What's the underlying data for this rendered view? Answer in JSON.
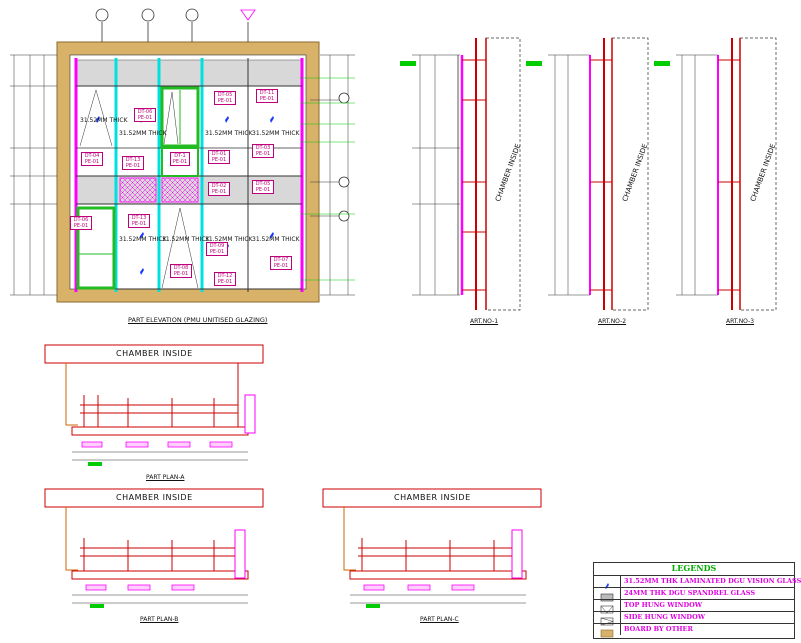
{
  "elevation": {
    "caption": "PART ELEVATION (PMU UNITISED GLAZING)",
    "glass_labels": [
      "31.52MM THICK",
      "31.52MM THICK",
      "31.52MM THICK",
      "31.52MM THICK",
      "31.52MM THICK",
      "31.52MM THICK",
      "31.52MM THICK",
      "31.52MM THICK"
    ],
    "tags": [
      [
        "DT-06",
        "PE-01"
      ],
      [
        "DT-05",
        "PE-01"
      ],
      [
        "DT-11",
        "PE-01"
      ],
      [
        "DT-04",
        "PE-01"
      ],
      [
        "DT-13",
        "PE-01"
      ],
      [
        "DT-1",
        "PE-01"
      ],
      [
        "DT-01",
        "PE-01"
      ],
      [
        "DT-03",
        "PE-01"
      ],
      [
        "DT-02",
        "PE-01"
      ],
      [
        "DT-05",
        "PE-01"
      ],
      [
        "DT-06",
        "PE-01"
      ],
      [
        "DT-13",
        "PE-01"
      ],
      [
        "DT-09",
        "PE-01"
      ],
      [
        "DT-08",
        "PE-01"
      ],
      [
        "DT-07",
        "PE-01"
      ],
      [
        "DT-12",
        "PE-01"
      ]
    ]
  },
  "sections": [
    {
      "caption": "ART.NO-1",
      "chamber": "CHAMBER INSIDE"
    },
    {
      "caption": "ART.NO-2",
      "chamber": "CHAMBER INSIDE"
    },
    {
      "caption": "ART.NO-3",
      "chamber": "CHAMBER INSIDE"
    }
  ],
  "plans": [
    {
      "caption": "PART PLAN-A",
      "chamber": "CHAMBER INSIDE"
    },
    {
      "caption": "PART PLAN-B",
      "chamber": "CHAMBER INSIDE"
    },
    {
      "caption": "PART PLAN-C",
      "chamber": "CHAMBER INSIDE"
    }
  ],
  "legend": {
    "title": "LEGENDS",
    "items": [
      "31.52MM THK LAMINATED DGU VISION GLASS",
      "24MM THK DGU SPANDREL GLASS",
      "TOP HUNG WINDOW",
      "SIDE HUNG WINDOW",
      "BOARD BY OTHER"
    ]
  },
  "colors": {
    "frame": "#ff00ff",
    "mullion": "#00e0e0",
    "window": "#22bb22",
    "steel": "#cc0000",
    "board": "#c8a050",
    "dim": "#333333"
  }
}
